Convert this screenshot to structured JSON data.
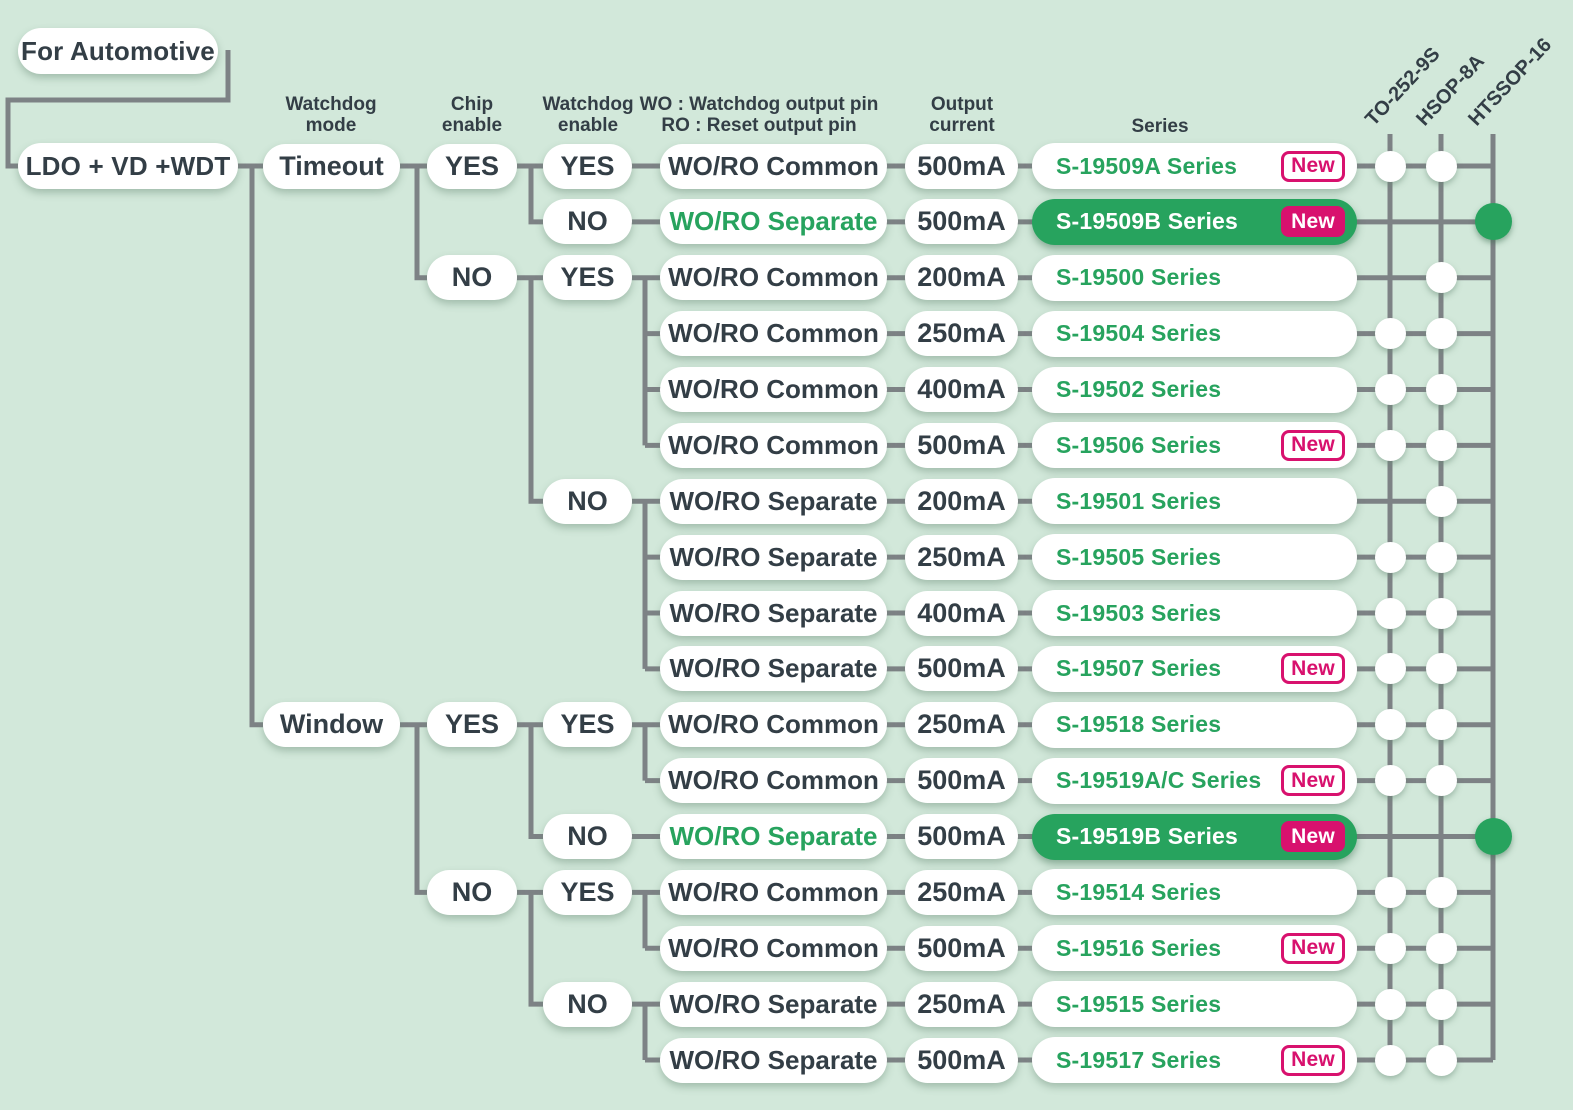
{
  "labels": {
    "for_automotive": "For Automotive",
    "root": "LDO + VD +WDT",
    "timeout": "Timeout",
    "window": "Window",
    "yes": "YES",
    "no": "NO",
    "new_badge": "New"
  },
  "columns": {
    "watchdog_mode": {
      "line1": "Watchdog",
      "line2": "mode"
    },
    "chip_enable": {
      "line1": "Chip",
      "line2": "enable"
    },
    "watchdog_enable": {
      "line1": "Watchdog",
      "line2": "enable"
    },
    "wo_ro": {
      "line1": "WO : Watchdog output pin",
      "line2": "RO : Reset output pin"
    },
    "output_current": {
      "line1": "Output",
      "line2": "current"
    },
    "series": "Series"
  },
  "packages": [
    "TO-252-9S",
    "HSOP-8A",
    "HTSSOP-16"
  ],
  "tree": {
    "modes": [
      {
        "label": "Timeout",
        "chip": [
          {
            "label": "YES",
            "watchdog": [
              {
                "label": "YES",
                "row_indexes": [
                  0
                ]
              },
              {
                "label": "NO",
                "row_indexes": [
                  1
                ]
              }
            ]
          },
          {
            "label": "NO",
            "watchdog": [
              {
                "label": "YES",
                "row_indexes": [
                  2,
                  3,
                  4,
                  5
                ]
              },
              {
                "label": "NO",
                "row_indexes": [
                  6,
                  7,
                  8,
                  9
                ]
              }
            ]
          }
        ]
      },
      {
        "label": "Window",
        "chip": [
          {
            "label": "YES",
            "watchdog": [
              {
                "label": "YES",
                "row_indexes": [
                  10,
                  11
                ]
              },
              {
                "label": "NO",
                "row_indexes": [
                  12
                ]
              }
            ]
          },
          {
            "label": "NO",
            "watchdog": [
              {
                "label": "YES",
                "row_indexes": [
                  13,
                  14
                ]
              },
              {
                "label": "NO",
                "row_indexes": [
                  15,
                  16
                ]
              }
            ]
          }
        ]
      }
    ]
  },
  "rows": [
    {
      "wo_ro": "WO/RO Common",
      "wo_ro_green": false,
      "current": "500mA",
      "series": "S-19509A Series",
      "highlight": false,
      "badge": "outline",
      "packages": [
        "TO-252-9S",
        "HSOP-8A"
      ]
    },
    {
      "wo_ro": "WO/RO Separate",
      "wo_ro_green": true,
      "current": "500mA",
      "series": "S-19509B Series",
      "highlight": true,
      "badge": "filled",
      "packages": [
        "HTSSOP-16"
      ]
    },
    {
      "wo_ro": "WO/RO Common",
      "wo_ro_green": false,
      "current": "200mA",
      "series": "S-19500 Series",
      "highlight": false,
      "badge": null,
      "packages": [
        "HSOP-8A"
      ]
    },
    {
      "wo_ro": "WO/RO Common",
      "wo_ro_green": false,
      "current": "250mA",
      "series": "S-19504 Series",
      "highlight": false,
      "badge": null,
      "packages": [
        "TO-252-9S",
        "HSOP-8A"
      ]
    },
    {
      "wo_ro": "WO/RO Common",
      "wo_ro_green": false,
      "current": "400mA",
      "series": "S-19502 Series",
      "highlight": false,
      "badge": null,
      "packages": [
        "TO-252-9S",
        "HSOP-8A"
      ]
    },
    {
      "wo_ro": "WO/RO Common",
      "wo_ro_green": false,
      "current": "500mA",
      "series": "S-19506 Series",
      "highlight": false,
      "badge": "outline",
      "packages": [
        "TO-252-9S",
        "HSOP-8A"
      ]
    },
    {
      "wo_ro": "WO/RO Separate",
      "wo_ro_green": false,
      "current": "200mA",
      "series": "S-19501 Series",
      "highlight": false,
      "badge": null,
      "packages": [
        "HSOP-8A"
      ]
    },
    {
      "wo_ro": "WO/RO Separate",
      "wo_ro_green": false,
      "current": "250mA",
      "series": "S-19505 Series",
      "highlight": false,
      "badge": null,
      "packages": [
        "TO-252-9S",
        "HSOP-8A"
      ]
    },
    {
      "wo_ro": "WO/RO Separate",
      "wo_ro_green": false,
      "current": "400mA",
      "series": "S-19503 Series",
      "highlight": false,
      "badge": null,
      "packages": [
        "TO-252-9S",
        "HSOP-8A"
      ]
    },
    {
      "wo_ro": "WO/RO Separate",
      "wo_ro_green": false,
      "current": "500mA",
      "series": "S-19507 Series",
      "highlight": false,
      "badge": "outline",
      "packages": [
        "TO-252-9S",
        "HSOP-8A"
      ]
    },
    {
      "wo_ro": "WO/RO Common",
      "wo_ro_green": false,
      "current": "250mA",
      "series": "S-19518 Series",
      "highlight": false,
      "badge": null,
      "packages": [
        "TO-252-9S",
        "HSOP-8A"
      ]
    },
    {
      "wo_ro": "WO/RO Common",
      "wo_ro_green": false,
      "current": "500mA",
      "series": "S-19519A/C Series",
      "highlight": false,
      "badge": "outline",
      "packages": [
        "TO-252-9S",
        "HSOP-8A"
      ]
    },
    {
      "wo_ro": "WO/RO Separate",
      "wo_ro_green": true,
      "current": "500mA",
      "series": "S-19519B Series",
      "highlight": true,
      "badge": "filled",
      "packages": [
        "HTSSOP-16"
      ]
    },
    {
      "wo_ro": "WO/RO Common",
      "wo_ro_green": false,
      "current": "250mA",
      "series": "S-19514 Series",
      "highlight": false,
      "badge": null,
      "packages": [
        "TO-252-9S",
        "HSOP-8A"
      ]
    },
    {
      "wo_ro": "WO/RO Common",
      "wo_ro_green": false,
      "current": "500mA",
      "series": "S-19516 Series",
      "highlight": false,
      "badge": "outline",
      "packages": [
        "TO-252-9S",
        "HSOP-8A"
      ]
    },
    {
      "wo_ro": "WO/RO Separate",
      "wo_ro_green": false,
      "current": "250mA",
      "series": "S-19515 Series",
      "highlight": false,
      "badge": null,
      "packages": [
        "TO-252-9S",
        "HSOP-8A"
      ]
    },
    {
      "wo_ro": "WO/RO Separate",
      "wo_ro_green": false,
      "current": "500mA",
      "series": "S-19517 Series",
      "highlight": false,
      "badge": "outline",
      "packages": [
        "TO-252-9S",
        "HSOP-8A"
      ]
    }
  ],
  "colors": {
    "background": "#d2e8da",
    "line_gray": "#7d8285",
    "text_dark": "#333e46",
    "accent_green": "#27a35e",
    "accent_pink": "#d8116e",
    "pill_white": "#ffffff"
  }
}
